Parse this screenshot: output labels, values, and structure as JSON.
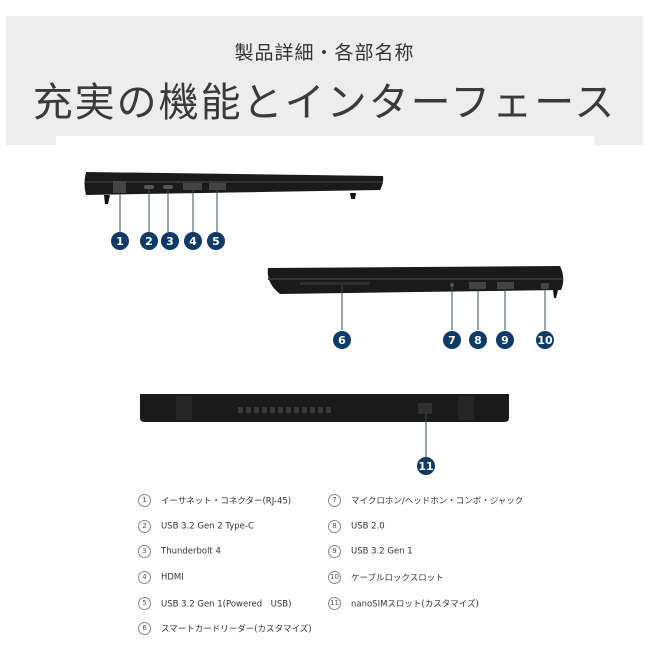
{
  "header": {
    "subtitle": "製品詳細・各部名称",
    "title": "充実の機能とインターフェース"
  },
  "colors": {
    "badge": "#0d3a66",
    "header_bg": "#ededed",
    "laptop": "#1a1a1a"
  },
  "callouts": [
    "1",
    "2",
    "3",
    "4",
    "5",
    "6",
    "7",
    "8",
    "9",
    "10",
    "11"
  ],
  "legend": [
    {
      "num": "1",
      "text": "イーサネット・コネクター(RJ-45)"
    },
    {
      "num": "2",
      "text": "USB 3.2 Gen 2 Type-C"
    },
    {
      "num": "3",
      "text": "Thunderbolt 4"
    },
    {
      "num": "4",
      "text": "HDMI"
    },
    {
      "num": "5",
      "text": "USB 3.2 Gen 1(Powered　USB)"
    },
    {
      "num": "6",
      "text": "スマートカードリーダー(カスタマイズ)"
    },
    {
      "num": "7",
      "text": "マイクロホン/ヘッドホン・コンボ・ジャック"
    },
    {
      "num": "8",
      "text": "USB 2.0"
    },
    {
      "num": "9",
      "text": "USB 3.2 Gen 1"
    },
    {
      "num": "10",
      "text": "ケーブルロックスロット"
    },
    {
      "num": "11",
      "text": "nanoSIMスロット(カスタマイズ)"
    }
  ]
}
